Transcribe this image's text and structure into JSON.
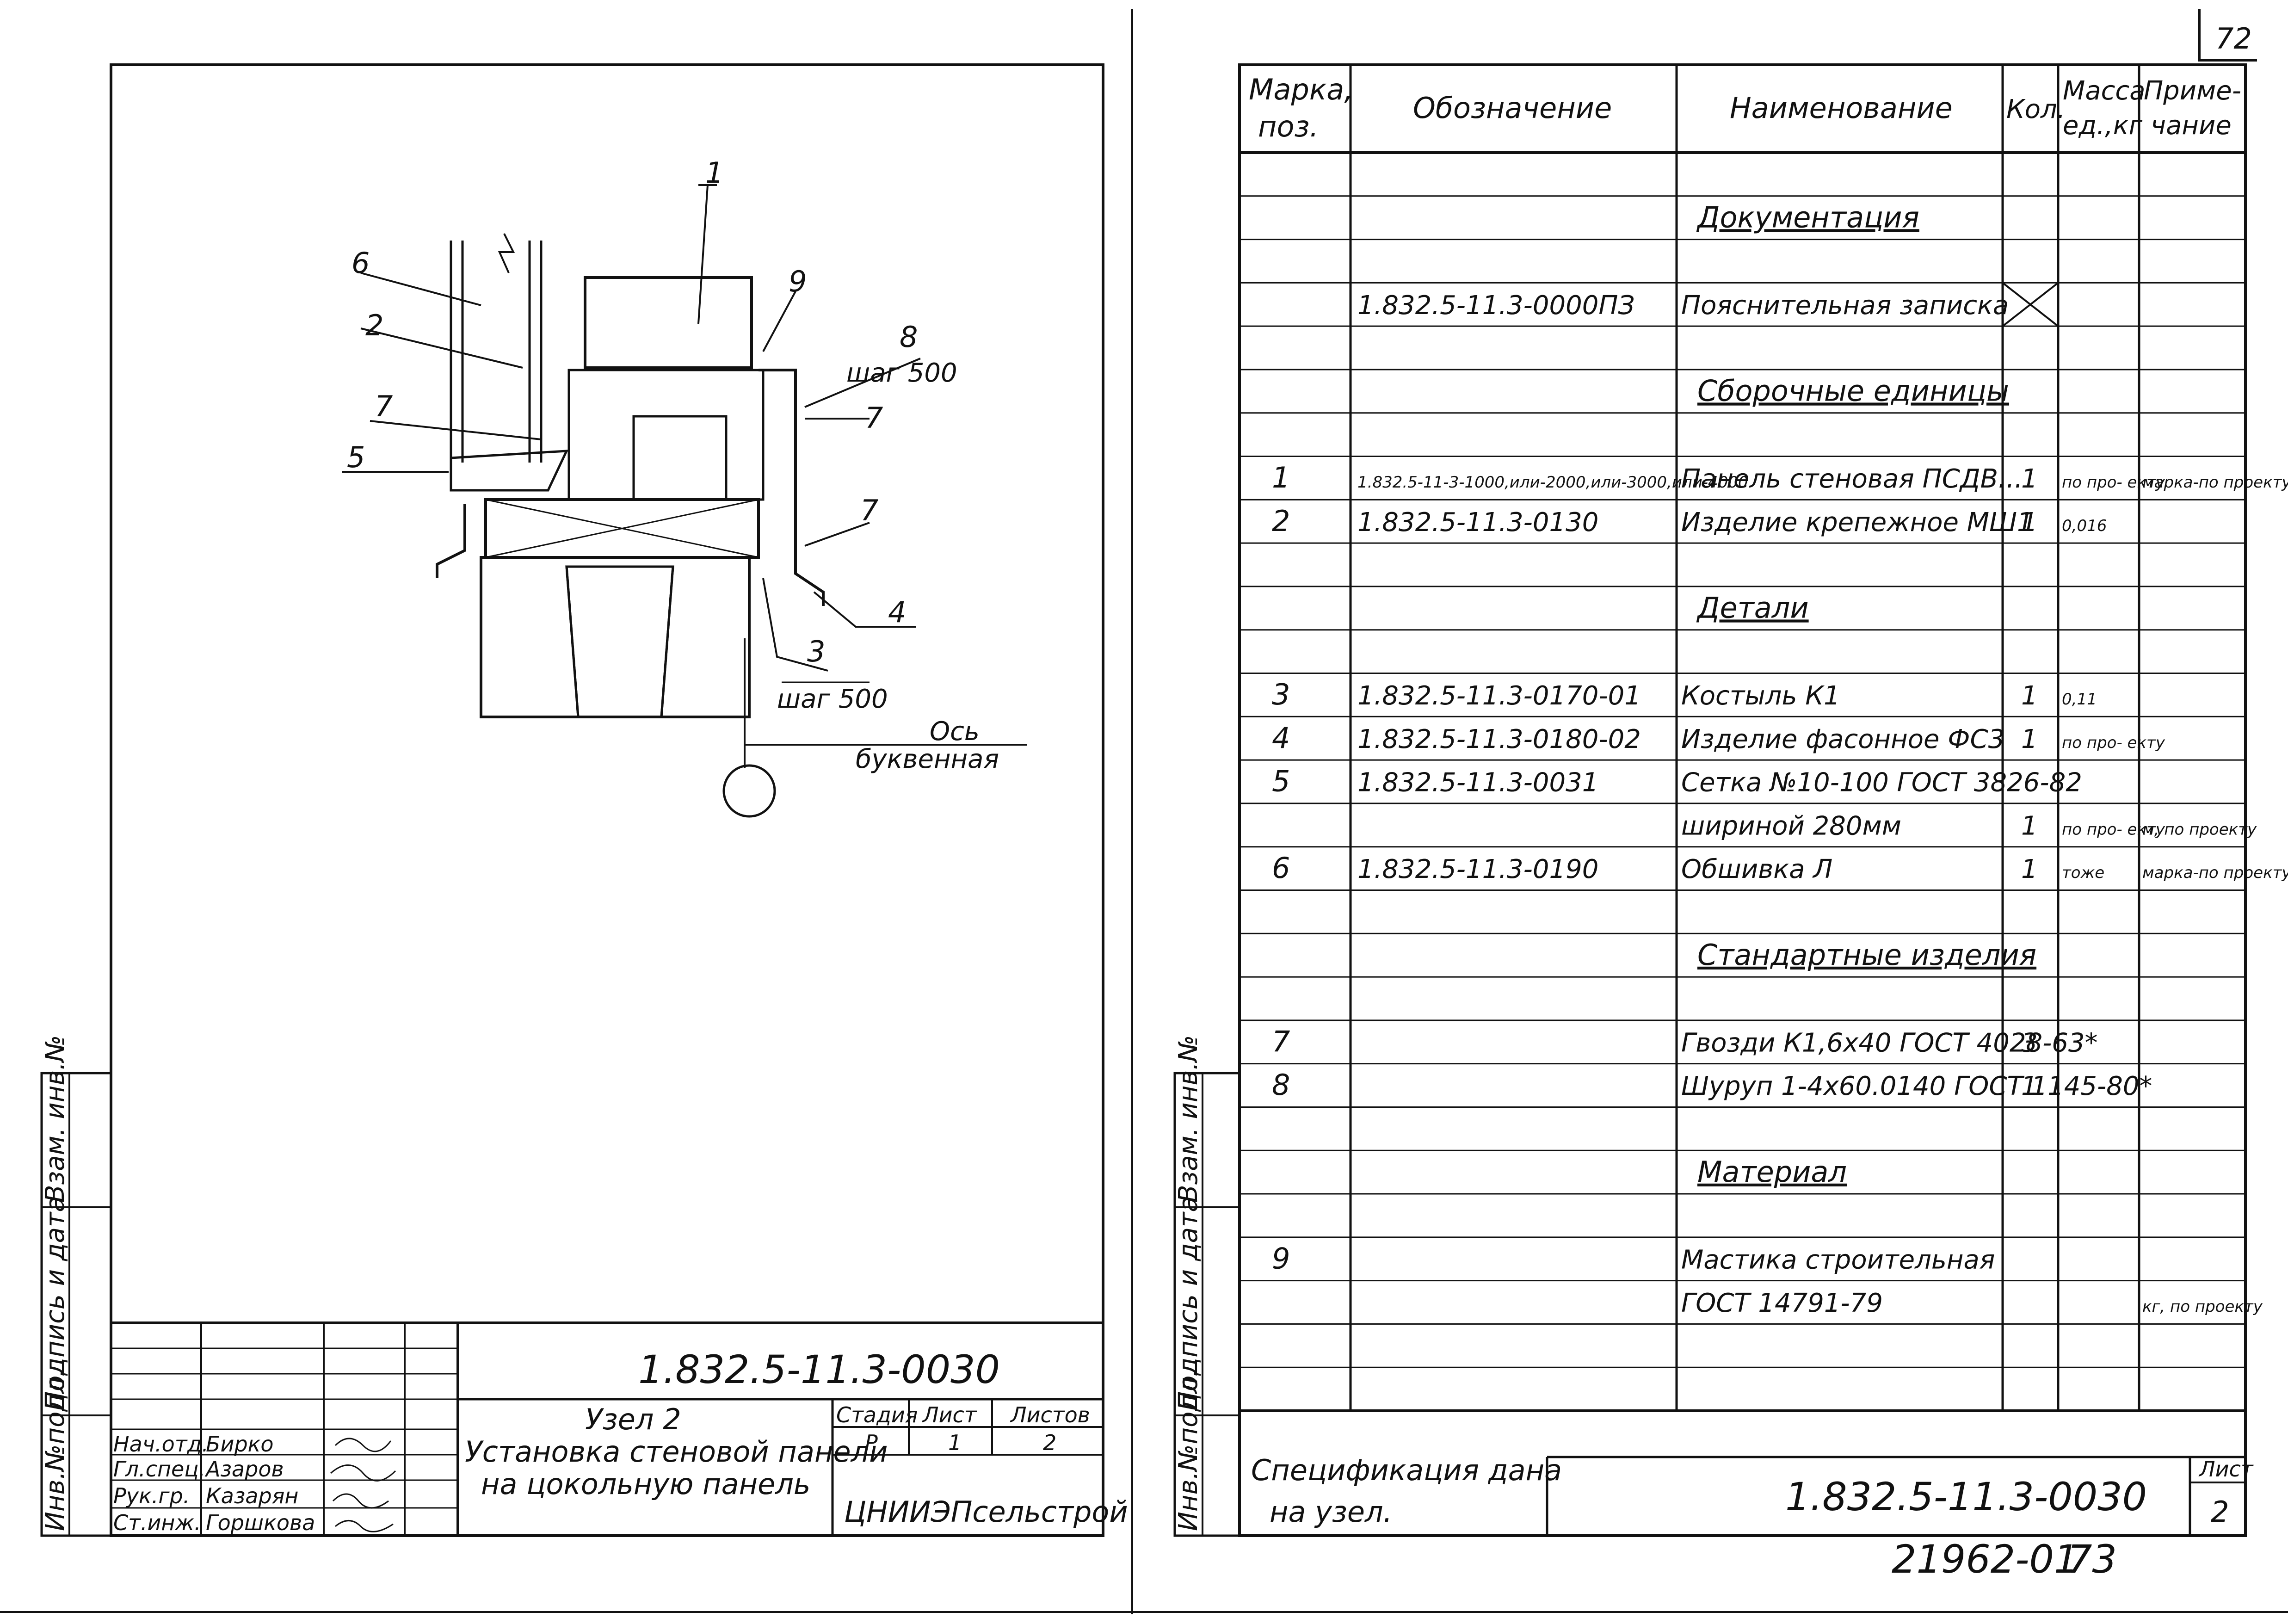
{
  "page_number": "72",
  "drawing": {
    "callouts": [
      "1",
      "2",
      "3",
      "4",
      "5",
      "6",
      "7",
      "7",
      "7",
      "8",
      "9"
    ],
    "step_8": "шаг 500",
    "step_3": "шаг 500",
    "axis_line1": "Ось",
    "axis_line2": "буквенная"
  },
  "side_stamp": {
    "vzam": "Взам. инв.№",
    "podpis": "Подпись и дата",
    "inv": "Инв.№подл."
  },
  "left_title_block": {
    "code": "1.832.5-11.3-0030",
    "title_line1": "Узел 2",
    "title_line2": "Установка стеновой панели",
    "title_line3": "на цокольную панель",
    "stage_header": "Стадия",
    "sheet_header": "Лист",
    "sheets_header": "Листов",
    "stage": "Р",
    "sheet": "1",
    "sheets": "2",
    "org": "ЦНИИЭПсельстрой",
    "people": [
      {
        "role": "Нач.отд.",
        "name": "Бирко"
      },
      {
        "role": "Гл.спец.",
        "name": "Азаров"
      },
      {
        "role": "Рук.гр.",
        "name": "Казарян"
      },
      {
        "role": "Ст.инж.",
        "name": "Горшкова"
      }
    ]
  },
  "spec": {
    "headers": [
      "Марка, поз.",
      "Обозначение",
      "Наименование",
      "Кол.",
      "Масса ед.,кг",
      "Приме- чание"
    ],
    "rows": [
      {
        "mark": "",
        "code": "",
        "name": "",
        "qty": "",
        "mass": "",
        "note": ""
      },
      {
        "mark": "",
        "code": "",
        "name": "Документация",
        "qty": "",
        "mass": "",
        "note": "",
        "section": true
      },
      {
        "mark": "",
        "code": "",
        "name": "",
        "qty": "",
        "mass": "",
        "note": ""
      },
      {
        "mark": "",
        "code": "1.832.5-11.3-0000ПЗ",
        "name": "Пояснительная записка",
        "qty": "",
        "mass": "",
        "note": "",
        "cross": true
      },
      {
        "mark": "",
        "code": "",
        "name": "",
        "qty": "",
        "mass": "",
        "note": ""
      },
      {
        "mark": "",
        "code": "",
        "name": "Сборочные единицы",
        "qty": "",
        "mass": "",
        "note": "",
        "section": true
      },
      {
        "mark": "",
        "code": "",
        "name": "",
        "qty": "",
        "mass": "",
        "note": ""
      },
      {
        "mark": "1",
        "code": "1.832.5-11-3-1000,или-2000,или-3000,или-4000",
        "name": "Панель стеновая ПСДВ...",
        "qty": "1",
        "mass": "по про- екту",
        "note": "марка-по проекту",
        "small_code": true
      },
      {
        "mark": "2",
        "code": "1.832.5-11.3-0130",
        "name": "Изделие крепежное МШ1",
        "qty": "1",
        "mass": "0,016",
        "note": ""
      },
      {
        "mark": "",
        "code": "",
        "name": "",
        "qty": "",
        "mass": "",
        "note": ""
      },
      {
        "mark": "",
        "code": "",
        "name": "Детали",
        "qty": "",
        "mass": "",
        "note": "",
        "section": true
      },
      {
        "mark": "",
        "code": "",
        "name": "",
        "qty": "",
        "mass": "",
        "note": ""
      },
      {
        "mark": "3",
        "code": "1.832.5-11.3-0170-01",
        "name": "Костыль К1",
        "qty": "1",
        "mass": "0,11",
        "note": ""
      },
      {
        "mark": "4",
        "code": "1.832.5-11.3-0180-02",
        "name": "Изделие фасонное ФС3",
        "qty": "1",
        "mass": "по про- екту",
        "note": ""
      },
      {
        "mark": "5",
        "code": "1.832.5-11.3-0031",
        "name": "Сетка №10-100 ГОСТ 3826-82",
        "qty": "",
        "mass": "",
        "note": ""
      },
      {
        "mark": "",
        "code": "",
        "name": "шириной 280мм",
        "qty": "1",
        "mass": "по про- екту",
        "note": "м, по проекту"
      },
      {
        "mark": "6",
        "code": "1.832.5-11.3-0190",
        "name": "Обшивка Л",
        "qty": "1",
        "mass": "тоже",
        "note": "марка-по проекту"
      },
      {
        "mark": "",
        "code": "",
        "name": "",
        "qty": "",
        "mass": "",
        "note": ""
      },
      {
        "mark": "",
        "code": "",
        "name": "Стандартные изделия",
        "qty": "",
        "mass": "",
        "note": "",
        "section": true
      },
      {
        "mark": "",
        "code": "",
        "name": "",
        "qty": "",
        "mass": "",
        "note": ""
      },
      {
        "mark": "7",
        "code": "",
        "name": "Гвозди К1,6х40 ГОСТ 4028-63*",
        "qty": "3",
        "mass": "",
        "note": ""
      },
      {
        "mark": "8",
        "code": "",
        "name": "Шуруп 1-4х60.0140 ГОСТ 1145-80*",
        "qty": "1",
        "mass": "",
        "note": ""
      },
      {
        "mark": "",
        "code": "",
        "name": "",
        "qty": "",
        "mass": "",
        "note": ""
      },
      {
        "mark": "",
        "code": "",
        "name": "Материал",
        "qty": "",
        "mass": "",
        "note": "",
        "section": true
      },
      {
        "mark": "",
        "code": "",
        "name": "",
        "qty": "",
        "mass": "",
        "note": ""
      },
      {
        "mark": "9",
        "code": "",
        "name": "Мастика строительная",
        "qty": "",
        "mass": "",
        "note": ""
      },
      {
        "mark": "",
        "code": "",
        "name": "ГОСТ 14791-79",
        "qty": "",
        "mass": "",
        "note": "кг, по проекту"
      },
      {
        "mark": "",
        "code": "",
        "name": "",
        "qty": "",
        "mass": "",
        "note": ""
      },
      {
        "mark": "",
        "code": "",
        "name": "",
        "qty": "",
        "mass": "",
        "note": ""
      }
    ]
  },
  "right_title_block": {
    "caption_line1": "Спецификация дана",
    "caption_line2": "на узел.",
    "code": "1.832.5-11.3-0030",
    "sheet_label": "Лист",
    "sheet": "2"
  },
  "footer": {
    "archive": "21962-01",
    "page": "73"
  }
}
